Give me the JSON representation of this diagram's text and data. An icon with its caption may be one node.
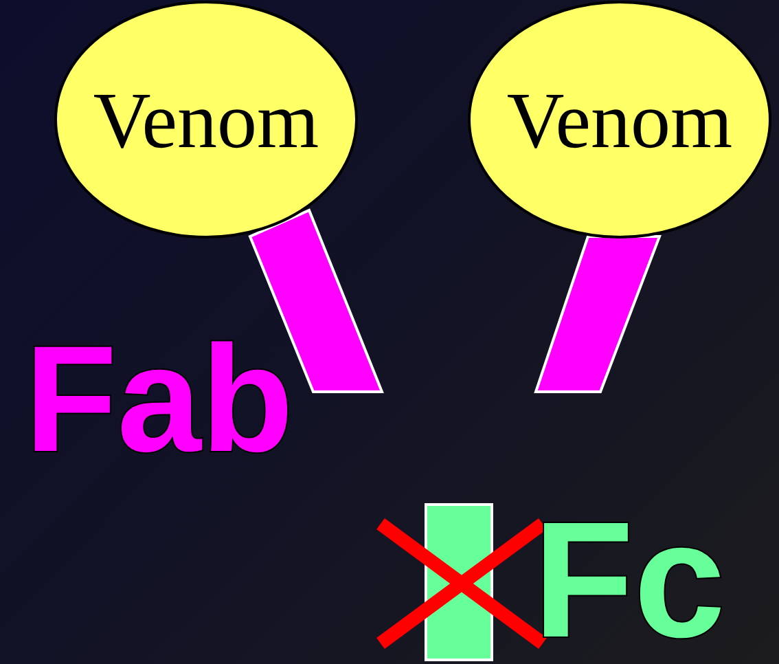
{
  "diagram": {
    "nodes": [
      {
        "text": [
          "Venom"
        ]
      },
      {
        "text": [
          "Venom"
        ]
      }
    ],
    "labels": [
      "Fab",
      "Fc"
    ]
  }
}
